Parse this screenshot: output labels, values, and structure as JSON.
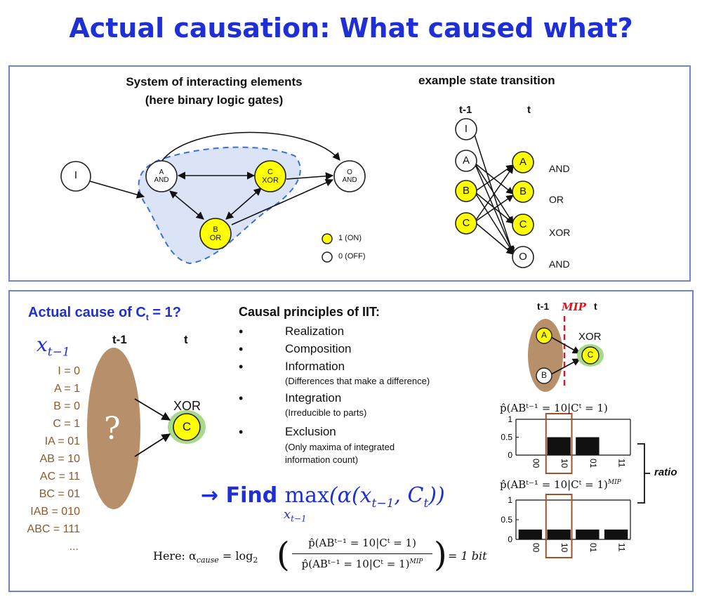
{
  "title": "Actual causation: What caused what?",
  "top": {
    "system_title_line1": "System of interacting elements",
    "system_title_line2": "(here binary logic gates)",
    "nodes": {
      "I": "I",
      "A": "A",
      "A_gate": "AND",
      "B": "B",
      "B_gate": "OR",
      "C": "C",
      "C_gate": "XOR",
      "O": "O",
      "O_gate": "AND"
    },
    "legend": {
      "on": "1 (ON)",
      "off": "0 (OFF)"
    },
    "transition_title": "example state transition",
    "col_prev": "t-1",
    "col_now": "t",
    "left_nodes": [
      "I",
      "A",
      "B",
      "C"
    ],
    "right_nodes": [
      "A",
      "B",
      "C",
      "O"
    ],
    "right_gates": [
      "AND",
      "OR",
      "XOR",
      "AND"
    ]
  },
  "bottom": {
    "question": "Actual cause of C",
    "question_sub": "t",
    "question_end": " = 1?",
    "x_label": "x",
    "x_sub": "t−1",
    "col_prev": "t-1",
    "col_now": "t",
    "question_mark": "?",
    "xor_label": "XOR",
    "c_label": "C",
    "states": [
      "I = 0",
      "A = 1",
      "B = 0",
      "C = 1",
      "IA = 01",
      "AB = 10",
      "AC = 11",
      "BC = 01",
      "IAB = 010",
      "ABC = 111",
      "..."
    ],
    "principles_title": "Causal principles of IIT:",
    "principles": [
      {
        "name": "Realization",
        "note": ""
      },
      {
        "name": "Composition",
        "note": ""
      },
      {
        "name": "Information",
        "note": "(Differences that make a difference)"
      },
      {
        "name": "Integration",
        "note": "(Irreducible to parts)"
      },
      {
        "name": "Exclusion",
        "note": "(Only maxima of integrated information count)"
      }
    ],
    "find_arrow": "→",
    "find_word": "Find",
    "find_max": "max",
    "find_expr": "(α(x",
    "find_expr_sub": "t−1",
    "find_expr_mid": ", C",
    "find_expr_sub2": "t",
    "find_expr_end": "))",
    "find_max_sub": "x",
    "find_max_sub2": "t−1",
    "formula_here": "Here: α",
    "formula_here_sub": "cause",
    "formula_eq": "= log",
    "formula_log_base": "2",
    "formula_num": "p̂(ABᵗ⁻¹ = 10|Cᵗ = 1)",
    "formula_den": "p̂(ABᵗ⁻¹ = 10|Cᵗ = 1)",
    "formula_den_sup": "MIP",
    "formula_result": "= 1 bit",
    "mip_prev": "t-1",
    "mip_label": "MIP",
    "mip_now": "t",
    "mip_nodes": {
      "A": "A",
      "B": "B",
      "C": "C",
      "xor": "XOR"
    },
    "ratio_label": "ratio",
    "accent_red": "#e0141e",
    "yellow": "#ffff00",
    "brown": "#b7906b"
  },
  "chart_data": [
    {
      "type": "bar",
      "title": "p̂(ABᵗ⁻¹ = 10|Cᵗ = 1)",
      "categories": [
        "00",
        "10",
        "01",
        "11"
      ],
      "values": [
        0,
        0.5,
        0.5,
        0
      ],
      "yticks": [
        "0",
        "0.5",
        "1"
      ],
      "ylim": [
        0,
        1
      ],
      "highlight": "10"
    },
    {
      "type": "bar",
      "title": "p̂(ABᵗ⁻¹ = 10|Cᵗ = 1)",
      "title_sup": "MIP",
      "categories": [
        "00",
        "10",
        "01",
        "11"
      ],
      "values": [
        0.25,
        0.25,
        0.25,
        0.25
      ],
      "yticks": [
        "0",
        "0.5",
        "1"
      ],
      "ylim": [
        0,
        1
      ],
      "highlight": "10"
    }
  ]
}
